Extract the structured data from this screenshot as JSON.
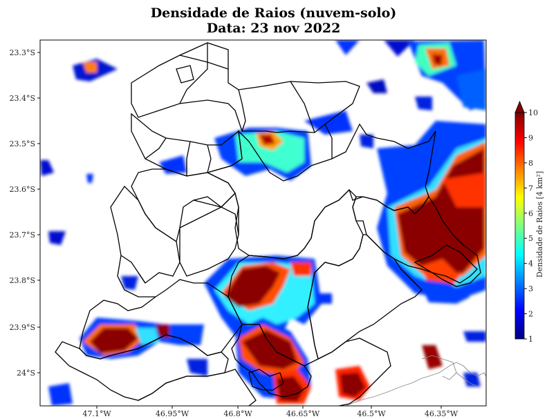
{
  "title": "Densidade de Raios (nuvem-solo)",
  "subtitle": "Data: 23 nov 2022",
  "lat_labels": [
    "23.3°S",
    "23.4°S",
    "23.5°S",
    "23.6°S",
    "23.7°S",
    "23.8°S",
    "23.9°S",
    "24°S"
  ],
  "lon_labels": [
    "47.1°W",
    "46.95°W",
    "46.8°W",
    "46.65°W",
    "46.5°W",
    "46.35°W"
  ],
  "colorbar": {
    "label": "Densidade de Raios [4 km²]",
    "ticks": [
      "1",
      "2",
      "3",
      "4",
      "5",
      "6",
      "7",
      "8",
      "9",
      "10"
    ],
    "min": 1,
    "max": 10,
    "colormap": "jet",
    "colors": [
      "#00007f",
      "#0000ff",
      "#007fff",
      "#00ffff",
      "#7fff7f",
      "#ffff00",
      "#ff7f00",
      "#ff0000",
      "#7f0000"
    ]
  },
  "map_extent": {
    "lon": [
      -47.23,
      -46.25
    ],
    "lat": [
      -24.07,
      -23.28
    ]
  }
}
